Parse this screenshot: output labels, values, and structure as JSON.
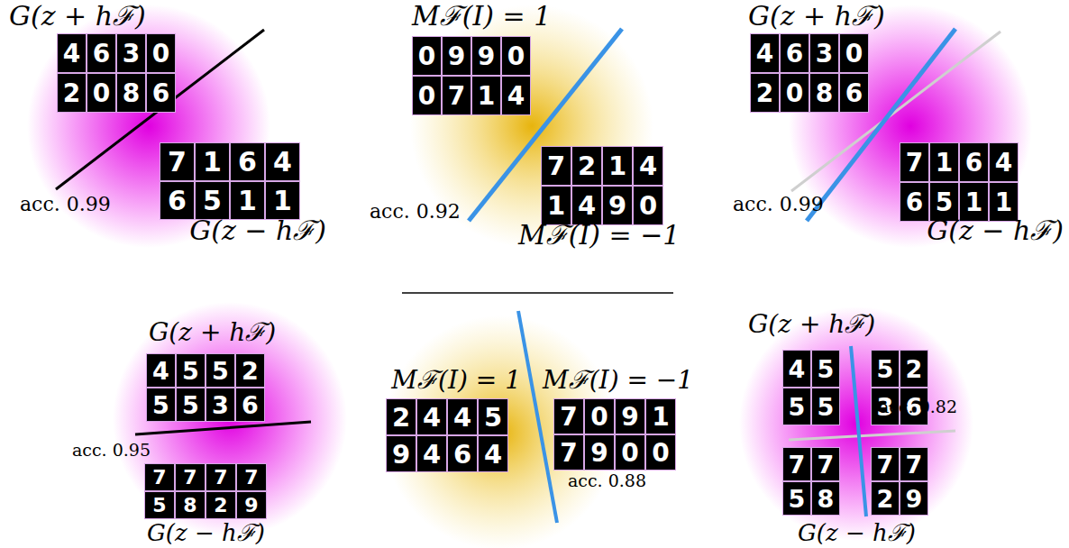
{
  "diagram": {
    "labels": [
      "G(z + hℱ)",
      "4",
      "6",
      "3",
      "0",
      "2",
      "0",
      "8",
      "6",
      "acc. 0.99",
      "7",
      "1",
      "6",
      "4",
      "6",
      "5",
      "1",
      "1",
      "G(z − hℱ)",
      "Mℱ(I) = 1",
      "0",
      "9",
      "9",
      "0",
      "0",
      "7",
      "1",
      "4",
      "acc. 0.92",
      "7",
      "2",
      "1",
      "4",
      "1",
      "4",
      "9",
      "0",
      "Mℱ(I) = −1",
      "G(z + hℱ)",
      "4",
      "6",
      "3",
      "0",
      "2",
      "0",
      "8",
      "6",
      "acc. 0.99",
      "7",
      "1",
      "6",
      "4",
      "6",
      "5",
      "1",
      "1",
      "G(z − hℱ)",
      "G(z + hℱ)",
      "4",
      "5",
      "5",
      "2",
      "5",
      "5",
      "3",
      "6",
      "acc. 0.95",
      "7",
      "7",
      "7",
      "7",
      "5",
      "8",
      "2",
      "9",
      "G(z − hℱ)",
      "Mℱ(I) = 1",
      "Mℱ(I) = −1",
      "2",
      "4",
      "4",
      "5",
      "9",
      "4",
      "6",
      "4",
      "7",
      "0",
      "9",
      "1",
      "7",
      "9",
      "0",
      "0",
      "acc. 0.88",
      "G(z + hℱ)",
      "4",
      "5",
      "5",
      "5",
      "5",
      "2",
      "3",
      "6",
      "acc. 0.82",
      "7",
      "7",
      "5",
      "8",
      "7",
      "7",
      "2",
      "9",
      "G(z − hℱ)"
    ]
  }
}
